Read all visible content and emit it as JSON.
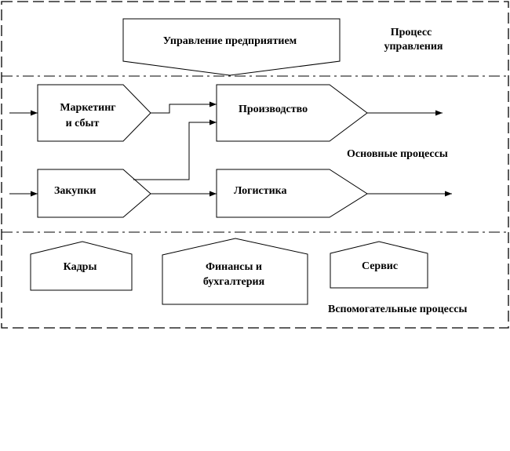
{
  "diagram": {
    "zones": {
      "management": {
        "label_line1": "Процесс",
        "label_line2": "управления"
      },
      "core": {
        "label": "Основные процессы"
      },
      "support": {
        "label": "Вспомогательные процессы"
      }
    },
    "blocks": {
      "management": {
        "label": "Управление предприятием"
      },
      "marketing": {
        "label_line1": "Маркетинг",
        "label_line2": "и сбыт"
      },
      "production": {
        "label": "Производство"
      },
      "purchasing": {
        "label": "Закупки"
      },
      "logistics": {
        "label": "Логистика"
      },
      "hr": {
        "label": "Кадры"
      },
      "finance": {
        "label_line1": "Финансы и",
        "label_line2": "бухгалтерия"
      },
      "service": {
        "label": "Сервис"
      }
    },
    "connections": [
      {
        "from": "input",
        "to": "marketing"
      },
      {
        "from": "marketing",
        "to": "production"
      },
      {
        "from": "purchasing",
        "to": "production"
      },
      {
        "from": "production",
        "to": "output"
      },
      {
        "from": "input",
        "to": "purchasing"
      },
      {
        "from": "purchasing",
        "to": "logistics"
      },
      {
        "from": "logistics",
        "to": "output"
      }
    ]
  }
}
